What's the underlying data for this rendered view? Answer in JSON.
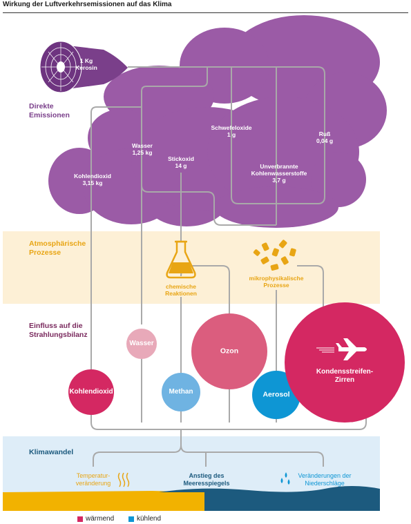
{
  "title": "Wirkung der Luftverkehrsemissionen auf das Klima",
  "engine": {
    "label": "1 Kg\nKerosin"
  },
  "sections": {
    "direct": "Direkte\nEmissionen",
    "atmospheric": "Atmosphärische\nProzesse",
    "radiative": "Einfluss auf die\nStrahlungsbilanz",
    "climate": "Klimawandel"
  },
  "emissions": {
    "co2": "Kohlendioxid\n3,15 kg",
    "water": "Wasser\n1,25 kg",
    "nox": "Stickoxid\n14 g",
    "sox": "Schwefeloxide\n1 g",
    "soot": "Ruß\n0,04 g",
    "hc": "Unverbrannte\nKohlenwasserstoffe\n3,7 g"
  },
  "processes": {
    "chemical": "chemische\nReaktionen",
    "microphysical": "mikrophysikalische\nProzesse"
  },
  "effects": {
    "co2": "Kohlendioxid",
    "water": "Wasser",
    "methane": "Methan",
    "ozone": "Ozon",
    "aerosol": "Aerosol",
    "contrails": "Kondensstreifen-\nZirren"
  },
  "impacts": {
    "temperature": "Temperatur-\nveränderung",
    "sea_level": "Anstieg des\nMeeresspiegels",
    "precipitation": "Veränderungen der\nNiederschläge"
  },
  "legend": {
    "warming": "wärmend",
    "cooling": "kühlend"
  },
  "colors": {
    "cloud": "#9b5ba6",
    "cloud_dark": "#7a3f8a",
    "warming": "#d42862",
    "warming_light": "#e8a9b9",
    "ozone": "#db5d7e",
    "cooling": "#0e96d4",
    "cooling_light": "#6fb3e2",
    "process_bg": "#fdf0d6",
    "climate_bg": "#deedf8",
    "process_orange": "#e8a514",
    "connector": "#a9a9a9",
    "sea": "#1c5a7e",
    "land": "#f2b200"
  }
}
